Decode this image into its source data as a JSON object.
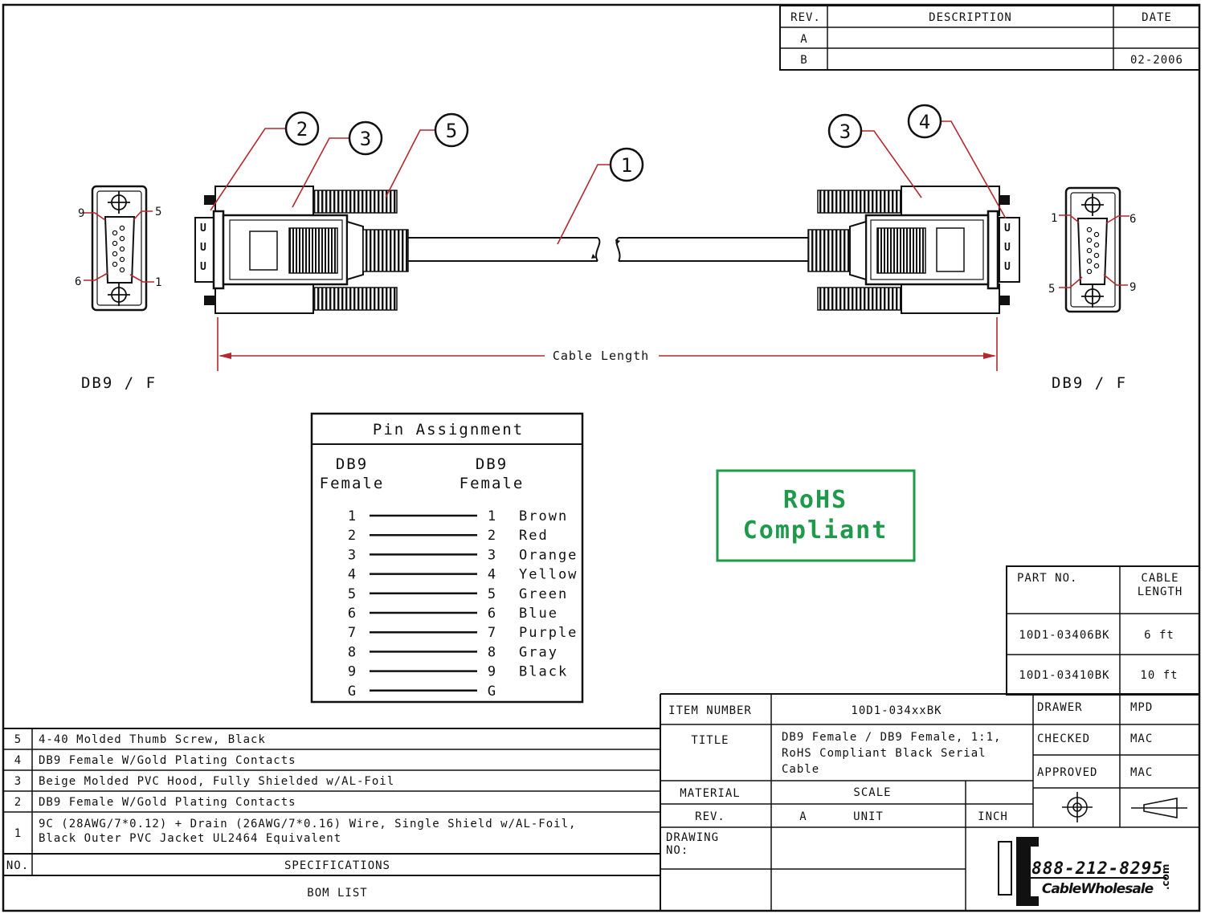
{
  "revision_table": {
    "headers": {
      "rev": "REV.",
      "description": "DESCRIPTION",
      "date": "DATE"
    },
    "rows": [
      {
        "rev": "A",
        "description": "",
        "date": ""
      },
      {
        "rev": "B",
        "description": "",
        "date": "02-2006"
      }
    ]
  },
  "callouts": [
    "1",
    "2",
    "3",
    "4",
    "5"
  ],
  "connectors": {
    "left_label": "DB9 / F",
    "right_label": "DB9 / F"
  },
  "face_pins": {
    "left": {
      "top_left": "9",
      "top_right": "5",
      "bottom_left": "6",
      "bottom_right": "1"
    },
    "right": {
      "top_left": "1",
      "top_right": "6",
      "bottom_left": "5",
      "bottom_right": "9"
    }
  },
  "dimension": {
    "label": "Cable Length"
  },
  "pin_assignment": {
    "title": "Pin Assignment",
    "left_header": [
      "DB9",
      "Female"
    ],
    "right_header": [
      "DB9",
      "Female"
    ],
    "rows": [
      {
        "left": "1",
        "right": "1",
        "color": "Brown"
      },
      {
        "left": "2",
        "right": "2",
        "color": "Red"
      },
      {
        "left": "3",
        "right": "3",
        "color": "Orange"
      },
      {
        "left": "4",
        "right": "4",
        "color": "Yellow"
      },
      {
        "left": "5",
        "right": "5",
        "color": "Green"
      },
      {
        "left": "6",
        "right": "6",
        "color": "Blue"
      },
      {
        "left": "7",
        "right": "7",
        "color": "Purple"
      },
      {
        "left": "8",
        "right": "8",
        "color": "Gray"
      },
      {
        "left": "9",
        "right": "9",
        "color": "Black"
      },
      {
        "left": "G",
        "right": "G",
        "color": ""
      }
    ]
  },
  "rohs": {
    "line1": "RoHS",
    "line2": "Compliant",
    "color": "#1f9a4a"
  },
  "part_table": {
    "headers": {
      "part": "PART NO.",
      "length": [
        "CABLE",
        "LENGTH"
      ]
    },
    "rows": [
      {
        "part": "10D1-03406BK",
        "length": "6 ft"
      },
      {
        "part": "10D1-03410BK",
        "length": "10 ft"
      }
    ]
  },
  "bom": {
    "items": [
      {
        "no": "5",
        "spec": [
          "4-40 Molded Thumb Screw, Black"
        ]
      },
      {
        "no": "4",
        "spec": [
          "DB9 Female W/Gold Plating Contacts"
        ]
      },
      {
        "no": "3",
        "spec": [
          "Beige Molded PVC Hood, Fully Shielded w/AL-Foil"
        ]
      },
      {
        "no": "2",
        "spec": [
          "DB9 Female W/Gold Plating Contacts"
        ]
      },
      {
        "no": "1",
        "spec": [
          "9C (28AWG/7*0.12) + Drain (26AWG/7*0.16) Wire, Single Shield w/AL-Foil,",
          "Black Outer PVC Jacket UL2464 Equivalent"
        ]
      }
    ],
    "header_no": "NO.",
    "header_spec": "SPECIFICATIONS",
    "footer": "BOM LIST"
  },
  "title_block": {
    "item_number_label": "ITEM NUMBER",
    "item_number": "10D1-034xxBK",
    "title_label": "TITLE",
    "title_lines": [
      "DB9 Female / DB9 Female, 1:1,",
      "RoHS Compliant Black Serial",
      "Cable"
    ],
    "material_label": "MATERIAL",
    "scale_label": "SCALE",
    "rev_label": "REV.",
    "rev": "A",
    "unit_label": "UNIT",
    "unit": "INCH",
    "drawing_no_label": [
      "DRAWING",
      "NO:"
    ],
    "drawer_label": "DRAWER",
    "drawer": "MPD",
    "checked_label": "CHECKED",
    "checked": "MAC",
    "approved_label": "APPROVED",
    "approved": "MAC"
  },
  "logo": {
    "phone": "888-212-8295",
    "brand": "CableWholesale",
    "tld": ".com"
  }
}
